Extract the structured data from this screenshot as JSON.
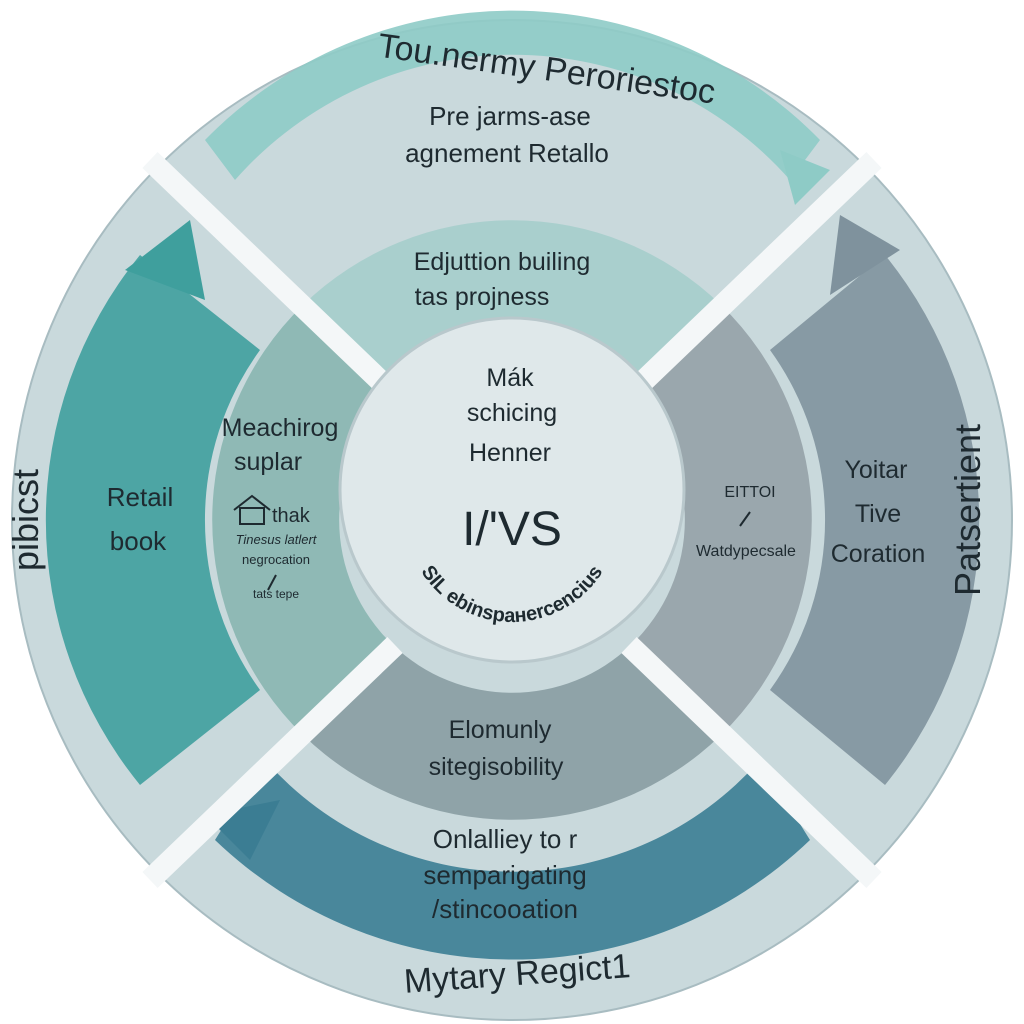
{
  "colors": {
    "outer_ring": "#c9d9dc",
    "top_arrow": "#8ecbc6",
    "left_arrow": "#3f9f9d",
    "right_arrow": "#7f929d",
    "bottom_arrow": "#3b7d93",
    "inner_top": "#a9cfcd",
    "inner_left": "#8fb9b5",
    "inner_right": "#9aa7ad",
    "inner_bottom": "#8fa3a8",
    "hub": "#dfe8ea",
    "text": "#1e2a30"
  },
  "outer": {
    "top": "Tou.nermy Peroriestoc",
    "left": "pibicst",
    "right": "Patsertient",
    "bottom": "Mytary Regict1"
  },
  "top_arrow": {
    "line1": "Pre jarms-ase",
    "line2": "agnement Retallo"
  },
  "top_inner": {
    "line1": "Edjuttion builing",
    "line2": "tas projness"
  },
  "left_arrow": {
    "line1": "Retail",
    "line2": "book"
  },
  "left_inner": {
    "line1": "Meachirog",
    "line2": "suplar",
    "icon_label": "thak",
    "note1": "Tinesus latlert",
    "note2": "negrocation",
    "note3": "tats tepe"
  },
  "right_arrow": {
    "line1": "Yoitar",
    "line2": "Tive",
    "line3": "Coration"
  },
  "right_inner": {
    "line1": "EITTOI",
    "line2": "Watdypecsale"
  },
  "bottom_inner": {
    "line1": "Elomunly",
    "line2": "sitegisobility"
  },
  "bottom_arrow": {
    "line1": "Onlalliey to r",
    "line2": "semparigating",
    "line3": "/stincooation"
  },
  "hub": {
    "line1": "Mák",
    "line2": "schicing",
    "line3": "Henner",
    "logo": "I/'VS",
    "curved": "SIL ebinspaнercencius"
  }
}
